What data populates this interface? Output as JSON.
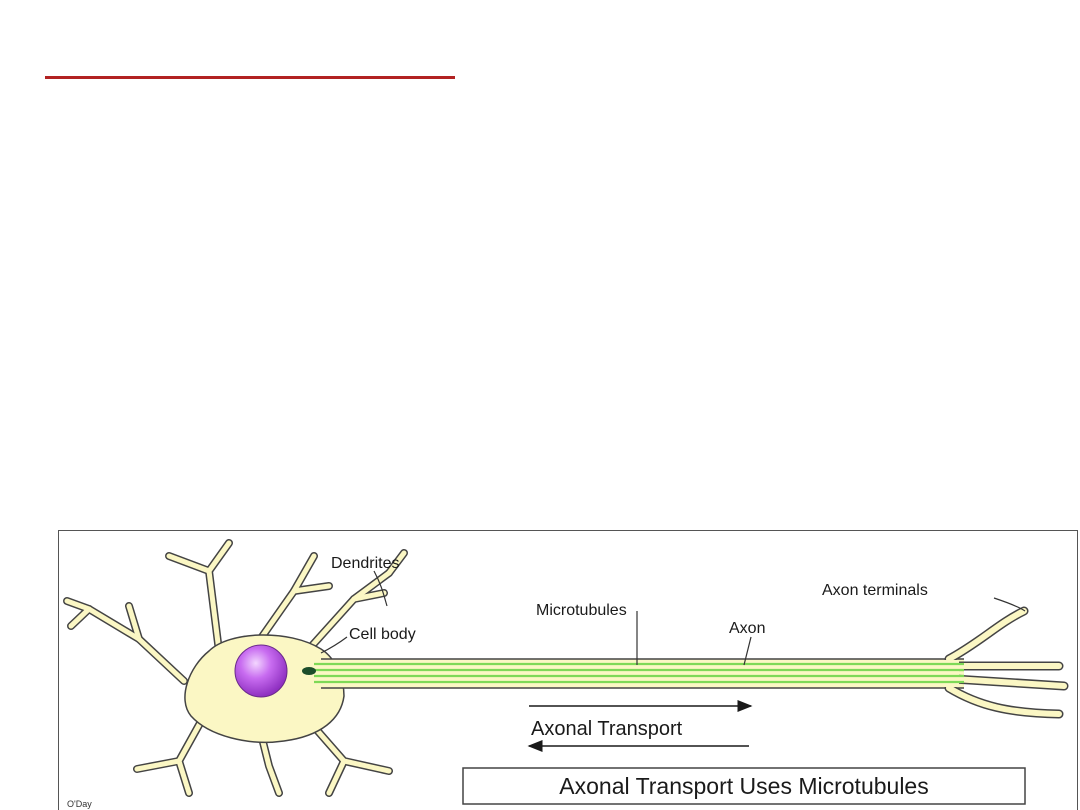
{
  "slide": {
    "colors": {
      "title_rule": "#b22222",
      "cell_fill": "#fbf7c4",
      "cell_stroke": "#444444",
      "nucleus": "#b44ee0",
      "microtubule": "#7ed957"
    }
  },
  "diagram": {
    "labels": {
      "dendrites": "Dendrites",
      "cell_body": "Cell body",
      "microtubules": "Microtubules",
      "axon": "Axon",
      "axon_terminals": "Axon terminals",
      "axonal_transport": "Axonal Transport"
    },
    "caption": "Axonal Transport Uses Microtubules",
    "credit": "O'Day"
  }
}
